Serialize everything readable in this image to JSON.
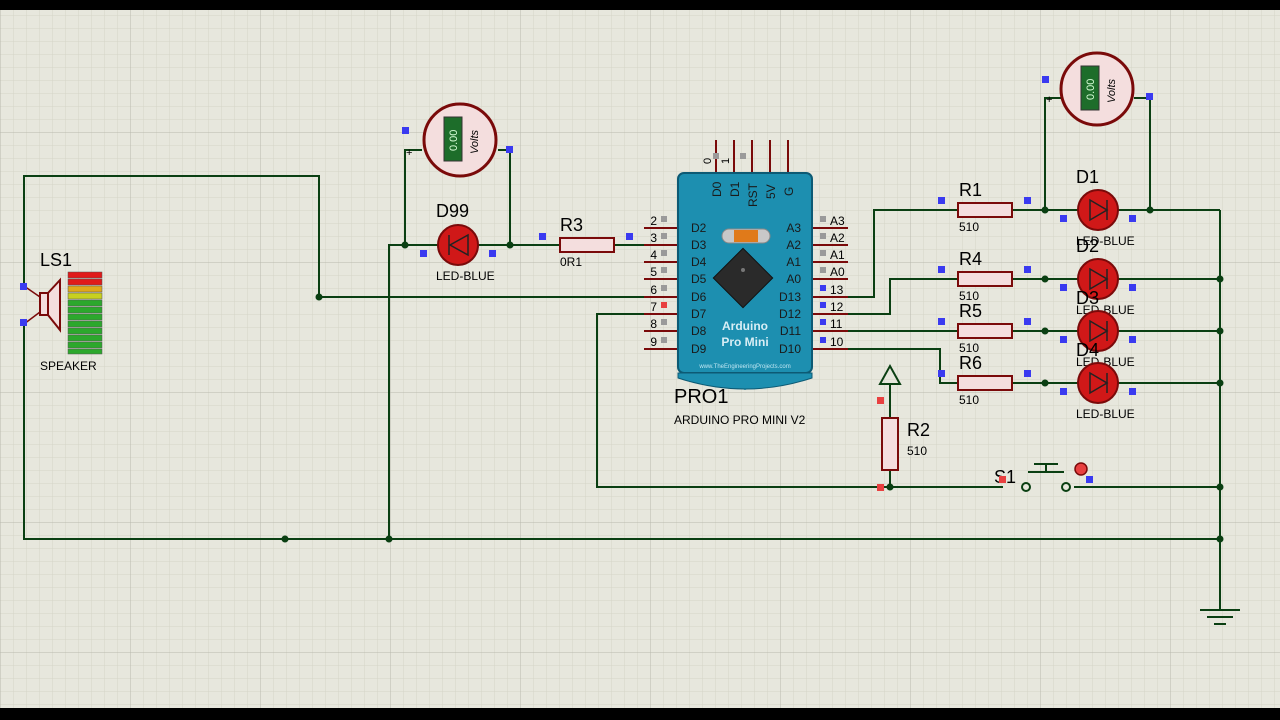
{
  "colors": {
    "sheet": "#e7e7dd",
    "grid_minor": "#d4d4c8",
    "grid_major": "#b9b9ad",
    "wire": "#0a3f12",
    "component_outline": "#7a0a0a",
    "component_fill": "#f4dede",
    "led_red": "#d01818",
    "arduino_board": "#1d8fb0",
    "pin_blue": "#3a3af0",
    "pin_gray": "#9a9a9a",
    "pin_red": "#e84040",
    "voltmeter_display": "#1d6d2a"
  },
  "speaker": {
    "ref": "LS1",
    "value": "SPEAKER"
  },
  "led_d99": {
    "ref": "D99",
    "value": "LED-BLUE"
  },
  "voltmeter_left": {
    "reading": "0.00",
    "unit": "Volts",
    "plus": "+"
  },
  "voltmeter_right": {
    "reading": "0.00",
    "unit": "Volts",
    "plus": "+"
  },
  "resistor_r3": {
    "ref": "R3",
    "value": "0R1"
  },
  "arduino": {
    "ref": "PRO1",
    "value": "ARDUINO PRO MINI V2",
    "brand_line1": "Arduino",
    "brand_line2": "Pro Mini",
    "site": "www.TheEngineeringProjects.com",
    "top_pins": [
      "D0",
      "D1",
      "RST",
      "5V",
      "G"
    ],
    "top_nums": [
      "0",
      "1"
    ],
    "left_pins": [
      "D2",
      "D3",
      "D4",
      "D5",
      "D6",
      "D7",
      "D8",
      "D9"
    ],
    "left_nums": [
      "2",
      "3",
      "4",
      "5",
      "6",
      "7",
      "8",
      "9"
    ],
    "right_pins": [
      "A3",
      "A2",
      "A1",
      "A0",
      "D13",
      "D12",
      "D11",
      "D10"
    ],
    "right_nums": [
      "A3",
      "A2",
      "A1",
      "A0",
      "13",
      "12",
      "11",
      "10"
    ]
  },
  "resistors_right": [
    {
      "ref": "R1",
      "value": "510"
    },
    {
      "ref": "R4",
      "value": "510"
    },
    {
      "ref": "R5",
      "value": "510"
    },
    {
      "ref": "R6",
      "value": "510"
    }
  ],
  "leds_right": [
    {
      "ref": "D1",
      "value": "LED-BLUE"
    },
    {
      "ref": "D2",
      "value": "LED-BLUE"
    },
    {
      "ref": "D3",
      "value": "LED-BLUE"
    },
    {
      "ref": "D4",
      "value": "LED-BLUE"
    }
  ],
  "pot_r2": {
    "ref": "R2",
    "value": "510"
  },
  "switch_s1": {
    "ref": "S1"
  }
}
